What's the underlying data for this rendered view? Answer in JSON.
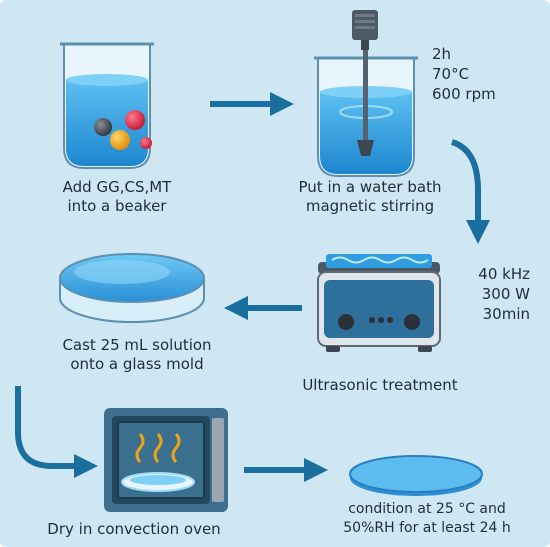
{
  "steps": [
    {
      "id": "beaker",
      "line1": "Add GG,CS,MT",
      "line2": "into a beaker"
    },
    {
      "id": "water-bath",
      "line1": "Put in a water bath",
      "line2": "magnetic stirring",
      "params": [
        "2h",
        "70°C",
        "600 rpm"
      ]
    },
    {
      "id": "ultrasonic",
      "line1": "Ultrasonic treatment",
      "params": [
        "40 kHz",
        "300 W",
        "30min"
      ]
    },
    {
      "id": "cast",
      "line1": "Cast 25 mL solution",
      "line2": "onto a  glass mold"
    },
    {
      "id": "dry",
      "line1": "Dry in convection oven"
    },
    {
      "id": "condition",
      "line1": "condition at 25 °C and",
      "line2": "50%RH for at least 24 h"
    }
  ],
  "colors": {
    "background": "#cfe7f3",
    "arrow": "#1b6f9e",
    "liquid": "#2e9ee0",
    "glass": "#e8f5fc",
    "metal": "#5b6b78",
    "oven": "#3f6f8f",
    "heat": "#f0a21a"
  }
}
